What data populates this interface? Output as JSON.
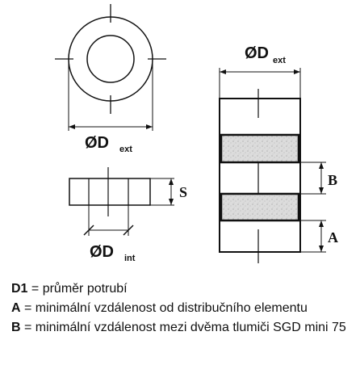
{
  "diagram": {
    "label_d_ext_top": {
      "symbol": "ØD",
      "sub": "ext"
    },
    "label_d_ext_left": {
      "symbol": "ØD",
      "sub": "ext"
    },
    "label_d_int": {
      "symbol": "ØD",
      "sub": "int"
    },
    "label_s": "S",
    "label_b": "B",
    "label_a": "A"
  },
  "legend": {
    "items": [
      {
        "key": "D1",
        "text": " = průměr potrubí"
      },
      {
        "key": "A",
        "text": " = minimální vzdálenost od distribučního elementu"
      },
      {
        "key": "B",
        "text": " = minimální vzdálenost mezi dvěma tlumiči SGD mini 75"
      }
    ]
  }
}
